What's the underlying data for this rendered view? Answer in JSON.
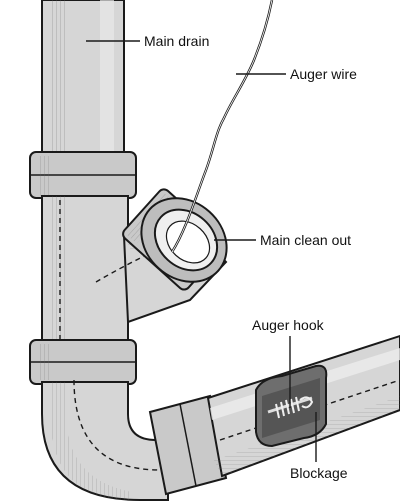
{
  "labels": {
    "main_drain": "Main drain",
    "auger_wire": "Auger wire",
    "main_clean_out": "Main clean out",
    "auger_hook": "Auger hook",
    "blockage": "Blockage"
  }
}
